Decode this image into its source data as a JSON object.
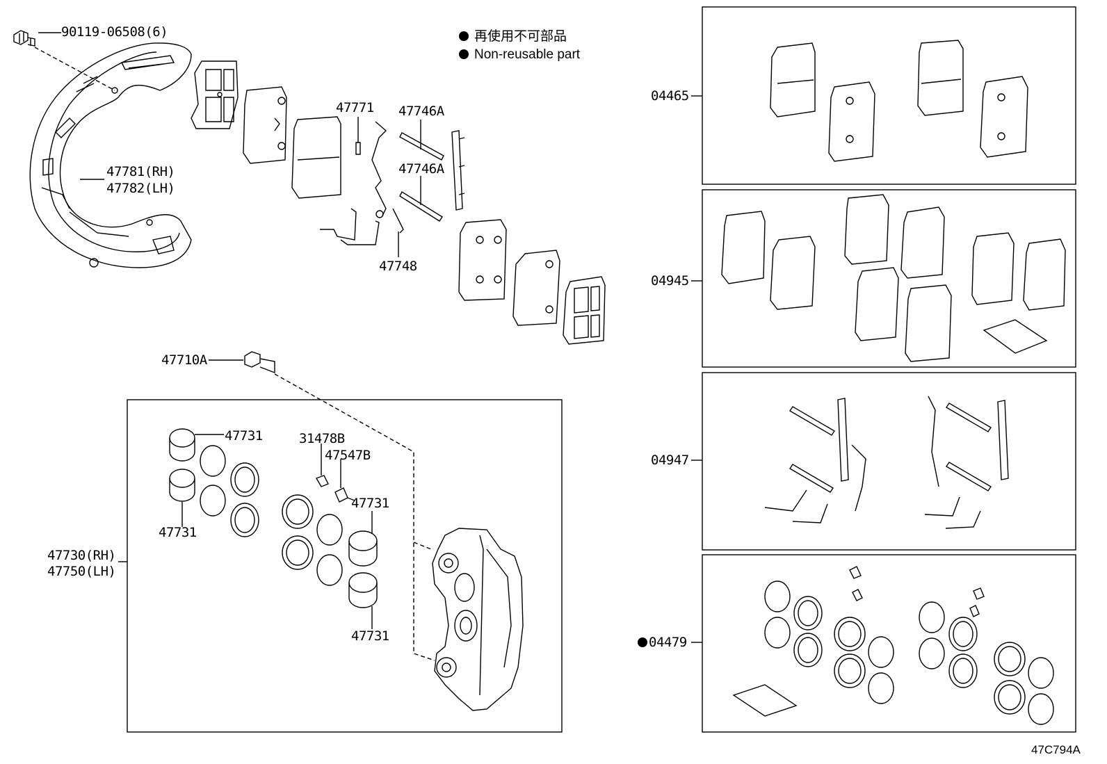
{
  "legend": {
    "line_jp": "再使用不可部品",
    "line_en": "Non-reusable part"
  },
  "labels": {
    "bolt_top": "90119-06508(6)",
    "clip": "47771",
    "pin_upper": "47746A",
    "pin_lower": "47746A",
    "spring": "47748",
    "dust_cover_rh": "47781(RH)",
    "dust_cover_lh": "47782(LH)",
    "bleeder_bolt": "47710A",
    "piston_top": "47731",
    "piston_left": "47731",
    "bleeder_cap": "31478B",
    "bleeder_plug": "47547B",
    "piston_mid": "47731",
    "piston_bottom": "47731",
    "caliper_rh": "47730(RH)",
    "caliper_lh": "47750(LH)"
  },
  "kits": [
    {
      "code": "04465",
      "non_reusable": false
    },
    {
      "code": "04945",
      "non_reusable": false
    },
    {
      "code": "04947",
      "non_reusable": false
    },
    {
      "code": "04479",
      "non_reusable": true
    }
  ],
  "diagram_id": "47C794A"
}
